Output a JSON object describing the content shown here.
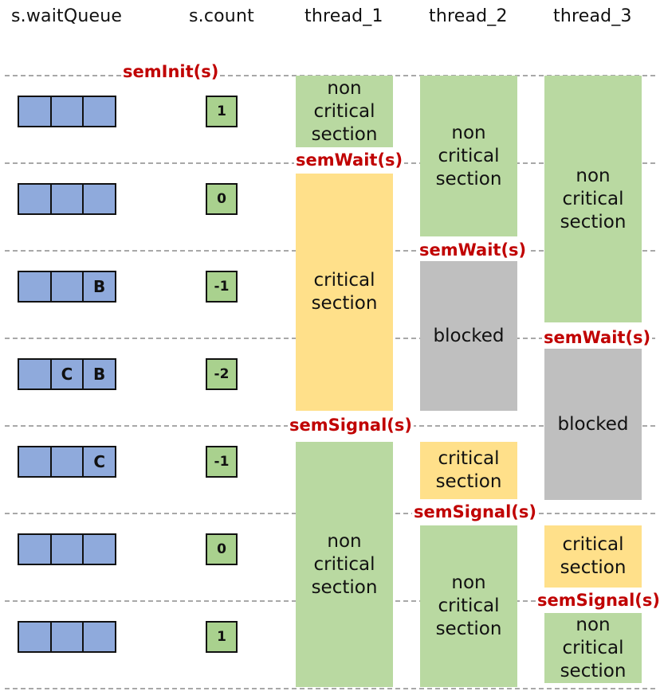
{
  "headers": {
    "wait_queue": "s.waitQueue",
    "count": "s.count",
    "thread1": "thread_1",
    "thread2": "thread_2",
    "thread3": "thread_3"
  },
  "states": [
    {
      "queue": [
        "",
        "",
        ""
      ],
      "count": "1"
    },
    {
      "queue": [
        "",
        "",
        ""
      ],
      "count": "0"
    },
    {
      "queue": [
        "",
        "",
        "B"
      ],
      "count": "-1"
    },
    {
      "queue": [
        "",
        "C",
        "B"
      ],
      "count": "-2"
    },
    {
      "queue": [
        "",
        "",
        "C"
      ],
      "count": "-1"
    },
    {
      "queue": [
        "",
        "",
        ""
      ],
      "count": "0"
    },
    {
      "queue": [
        "",
        "",
        ""
      ],
      "count": "1"
    }
  ],
  "operations": {
    "sem_init": "semInit(s)",
    "t1_wait": "semWait(s)",
    "t2_wait": "semWait(s)",
    "t3_wait": "semWait(s)",
    "t1_signal": "semSignal(s)",
    "t2_signal": "semSignal(s)",
    "t3_signal": "semSignal(s)"
  },
  "blocks": {
    "t1_a": "non\ncritical\nsection",
    "t1_b": "critical\nsection",
    "t1_c": "non\ncritical\nsection",
    "t2_a": "non\ncritical\nsection",
    "t2_b": "blocked",
    "t2_c": "critical\nsection",
    "t2_d": "non\ncritical\nsection",
    "t3_a": "non\ncritical\nsection",
    "t3_b": "blocked",
    "t3_c": "critical\nsection",
    "t3_d": "non\ncritical\nsection"
  },
  "colors": {
    "queue_fill": "#8faadc",
    "count_fill": "#a9d18e",
    "non_critical": "#b9d9a1",
    "critical": "#ffe08a",
    "blocked": "#bfbfbf",
    "operation_text": "#c00000"
  }
}
